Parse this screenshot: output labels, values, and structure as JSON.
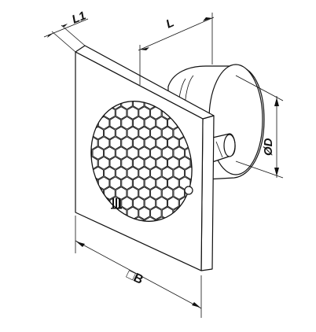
{
  "dimensions": {
    "l1": "L1",
    "l": "L",
    "d": "ØD",
    "b": "□B"
  },
  "colors": {
    "line": "#111111",
    "background": "#ffffff"
  },
  "icons": {
    "logo": "triple-bar-logo-icon",
    "indicator": "indicator-ring-icon"
  }
}
